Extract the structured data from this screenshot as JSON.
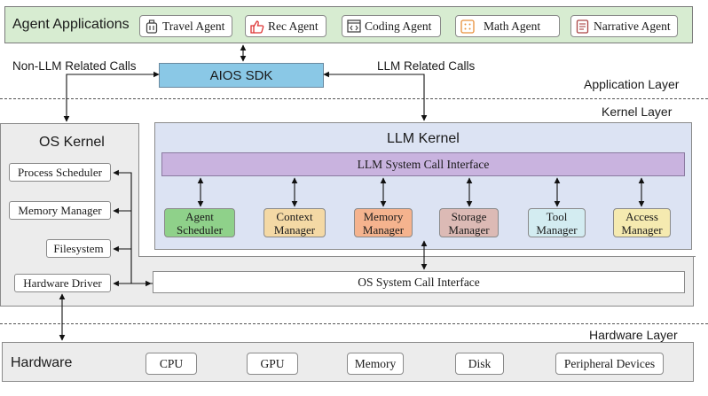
{
  "application_layer": {
    "title": "Agent Applications",
    "agents": [
      {
        "label": "Travel Agent",
        "icon": "luggage-icon"
      },
      {
        "label": "Rec Agent",
        "icon": "thumbs-up-icon"
      },
      {
        "label": "Coding Agent",
        "icon": "code-window-icon"
      },
      {
        "label": "Math Agent",
        "icon": "calculator-icon"
      },
      {
        "label": "Narrative Agent",
        "icon": "notepad-icon"
      }
    ],
    "sdk": "AIOS SDK",
    "non_llm_calls": "Non-LLM Related Calls",
    "llm_calls": "LLM Related Calls",
    "layer_label": "Application Layer"
  },
  "kernel_layer": {
    "layer_label": "Kernel Layer",
    "os_kernel": {
      "title": "OS Kernel",
      "items": [
        "Process Scheduler",
        "Memory Manager",
        "Filesystem",
        "Hardware Driver"
      ]
    },
    "llm_kernel": {
      "title": "LLM Kernel",
      "syscall_interface": "LLM System Call Interface",
      "managers": [
        {
          "line1": "Agent",
          "line2": "Scheduler",
          "color": "#8fd18a"
        },
        {
          "line1": "Context",
          "line2": "Manager",
          "color": "#f4d9a5"
        },
        {
          "line1": "Memory",
          "line2": "Manager",
          "color": "#f5b38e"
        },
        {
          "line1": "Storage",
          "line2": "Manager",
          "color": "#dcbab5"
        },
        {
          "line1": "Tool",
          "line2": "Manager",
          "color": "#d3ecf1"
        },
        {
          "line1": "Access",
          "line2": "Manager",
          "color": "#f5eab0"
        }
      ]
    },
    "os_syscall_interface": "OS System Call Interface"
  },
  "hardware_layer": {
    "layer_label": "Hardware Layer",
    "title": "Hardware",
    "items": [
      "CPU",
      "GPU",
      "Memory",
      "Disk",
      "Peripheral Devices"
    ]
  }
}
